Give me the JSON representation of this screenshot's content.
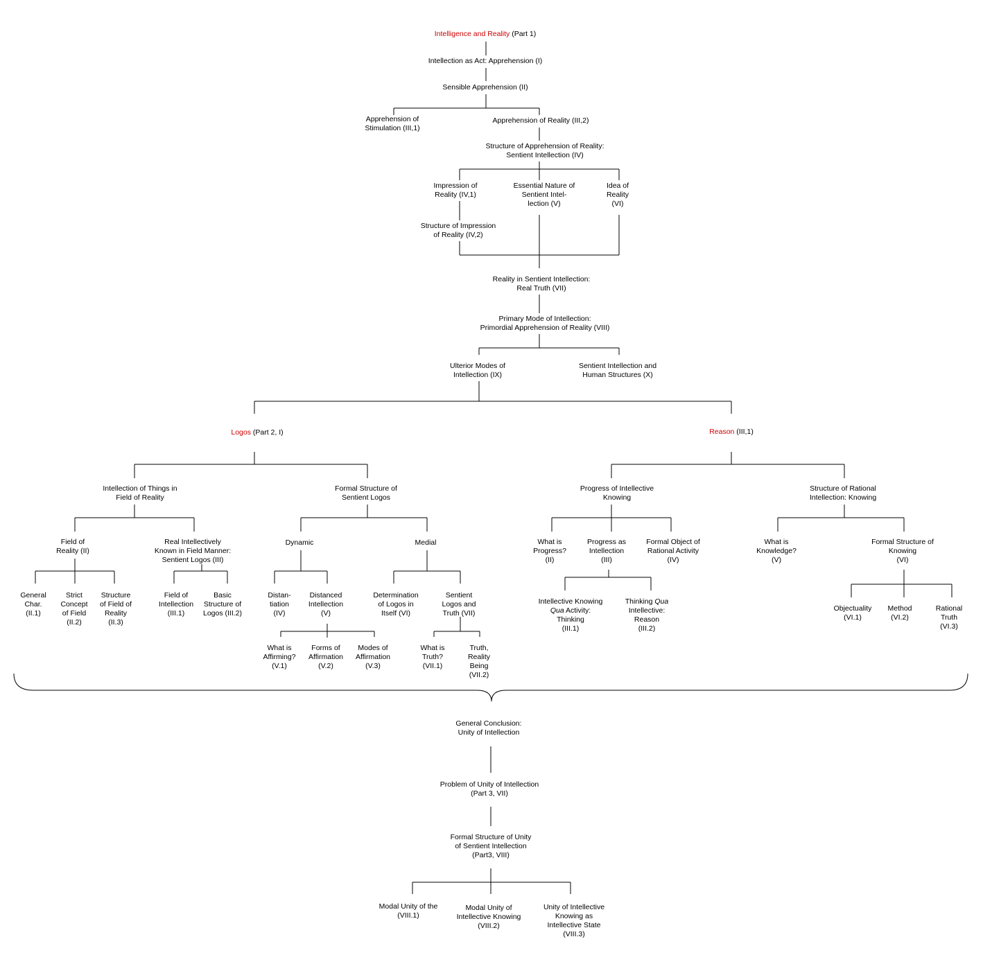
{
  "diagram": {
    "root": {
      "title": "Intelligence and Reality",
      "suffix": " (Part 1)"
    },
    "n_intellection_act": "Intellection as Act: Apprehension (I)",
    "n_sensible": "Sensible Apprehension (II)",
    "n_stimulation": [
      "Apprehension of",
      "Stimulation (III,1)"
    ],
    "n_appr_reality": "Apprehension of Reality (III,2)",
    "n_structure_appr": [
      "Structure of Apprehension of Reality:",
      "Sentient Intellection (IV)"
    ],
    "n_impression": [
      "Impression of",
      "Reality (IV,1)"
    ],
    "n_essential": [
      "Essential Nature of",
      "Sentient Intel-",
      "lection (V)"
    ],
    "n_idea": [
      "Idea of",
      "Reality",
      "(VI)"
    ],
    "n_struct_impression": [
      "Structure of Impression",
      "of Reality (IV,2)"
    ],
    "n_reality_sentient": [
      "Reality in Sentient Intellection:",
      "Real Truth (VII)"
    ],
    "n_primary_mode": [
      "Primary Mode of Intellection:",
      "Primordial Apprehension of Reality (VIII)"
    ],
    "n_ulterior": [
      "Ulterior Modes of",
      "Intellection (IX)"
    ],
    "n_human": [
      "Sentient Intellection and",
      "Human Structures (X)"
    ],
    "logos": {
      "title": "Logos",
      "suffix": " (Part 2, I)"
    },
    "reason": {
      "title": "Reason",
      "suffix": "  (III,1)"
    },
    "n_things_field": [
      "Intellection of Things in",
      "Field of Reality"
    ],
    "n_formal_logos": [
      "Formal Structure of",
      "Sentient Logos"
    ],
    "n_field_reality": [
      "Field of",
      "Reality (II)"
    ],
    "n_real_intellectively": [
      "Real Intellectively",
      "Known in Field Manner:",
      "Sentient Logos (III)"
    ],
    "n_general_char": [
      "General",
      "Char.",
      "(II.1)"
    ],
    "n_strict_concept": [
      "Strict",
      "Concept",
      "of Field",
      "(II.2)"
    ],
    "n_struct_field": [
      "Structure",
      "of Field of",
      "Reality",
      "(II.3)"
    ],
    "n_field_intellection": [
      "Field of",
      "Intellection",
      "(III.1)"
    ],
    "n_basic_structure": [
      "Basic",
      "Structure of",
      "Logos (III.2)"
    ],
    "n_dynamic": "Dynamic",
    "n_medial": "Medial",
    "n_distantiation": [
      "Distan-",
      "tiation",
      "(IV)"
    ],
    "n_distanced": [
      "Distanced",
      "Intellection",
      "(V)"
    ],
    "n_determination": [
      "Determination",
      "of Logos in",
      "Itself (VI)"
    ],
    "n_sentient_logos_truth": [
      "Sentient",
      "Logos and",
      "Truth (VII)"
    ],
    "n_what_affirming": [
      "What is",
      "Affirming?",
      "(V.1)"
    ],
    "n_forms_affirmation": [
      "Forms of",
      "Affirmation",
      "(V.2)"
    ],
    "n_modes_affirmation": [
      "Modes of",
      "Affirmation",
      "(V.3)"
    ],
    "n_what_truth": [
      "What is",
      "Truth?",
      "(VII.1)"
    ],
    "n_truth_reality": [
      "Truth,",
      "Reality",
      "Being",
      "(VII.2)"
    ],
    "n_progress_knowing": [
      "Progress of Intellective",
      "Knowing"
    ],
    "n_struct_rational": [
      "Structure of Rational",
      "Intellection: Knowing"
    ],
    "n_what_progress": [
      "What is",
      "Progress?",
      "(II)"
    ],
    "n_progress_as": [
      "Progress as",
      "Intellection",
      "(III)"
    ],
    "n_formal_object": [
      "Formal Object of",
      "Rational Activity",
      "(IV)"
    ],
    "n_intellective_knowing": {
      "l1": "Intellective Knowing",
      "qua": "Qua",
      "l2rest": " Activity:",
      "l3": "Thinking",
      "l4": "(III.1)"
    },
    "n_thinking_qua": {
      "pre": "Thinking ",
      "qua": "Qua",
      "l2": "Intellective:",
      "l3": "Reason",
      "l4": "(III.2)"
    },
    "n_what_knowledge": [
      "What is",
      "Knowledge?",
      "(V)"
    ],
    "n_formal_knowing": [
      "Formal Structure of",
      "Knowing",
      "(VI)"
    ],
    "n_objectuality": [
      "Objectuality",
      "(VI.1)"
    ],
    "n_method": [
      "Method",
      "(VI.2)"
    ],
    "n_rational_truth": [
      "Rational",
      "Truth",
      "(VI.3)"
    ],
    "n_general_conclusion": [
      "General Conclusion:",
      "Unity of Intellection"
    ],
    "n_problem_unity": [
      "Problem of Unity of Intellection",
      "(Part 3, VII)"
    ],
    "n_formal_unity": [
      "Formal Structure of Unity",
      "of Sentient Intellection",
      "(Part3, VIII)"
    ],
    "n_modal_unity": [
      "Modal Unity of the",
      "(VIII.1)"
    ],
    "n_modal_knowing": [
      "Modal Unity of",
      "Intellective Knowing",
      "(VIII.2)"
    ],
    "n_unity_state": [
      "Unity of Intellective",
      "Knowing as",
      "Intellective State",
      "(VIII.3)"
    ]
  },
  "colors": {
    "highlight": "#cc0000",
    "line": "#000000",
    "background": "#ffffff"
  }
}
